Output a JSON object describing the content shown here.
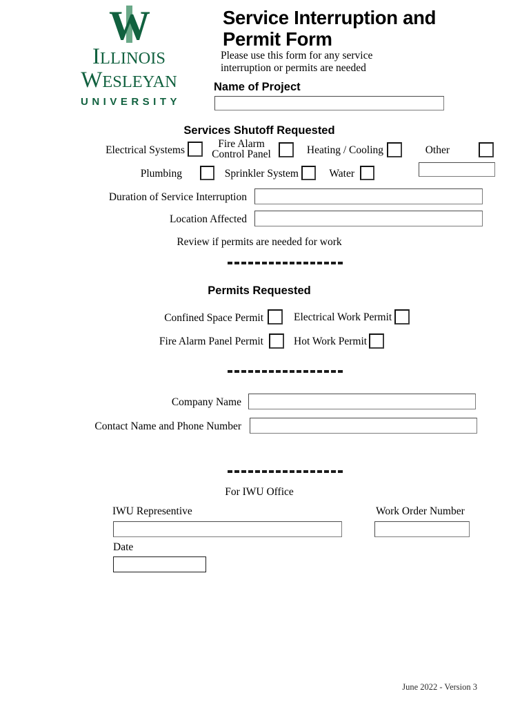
{
  "document": {
    "title_line1": "Service Interruption and",
    "title_line2": "Permit Form",
    "subtitle_line1": "Please use this form for any service",
    "subtitle_line2": "interruption or permits are needed",
    "footer": "June 2022 - Version 3"
  },
  "logo": {
    "mark_letter": "W",
    "word1": "Illinois",
    "word2": "Wesleyan",
    "word3": "UNIVERSITY",
    "color_dark_green": "#11613f",
    "color_light_green": "#6aa888"
  },
  "project": {
    "label": "Name of Project",
    "value": "",
    "placeholder": ""
  },
  "services": {
    "heading": "Services Shutoff Requested",
    "row1": [
      {
        "label": "Electrical Systems",
        "checked": false
      },
      {
        "label_line1": "Fire Alarm",
        "label_line2": "Control Panel",
        "checked": false
      },
      {
        "label": "Heating / Cooling",
        "checked": false
      },
      {
        "label": "Other",
        "checked": false
      }
    ],
    "row2": [
      {
        "label": "Plumbing",
        "checked": false
      },
      {
        "label": "Sprinkler System",
        "checked": false
      },
      {
        "label": "Water",
        "checked": false
      }
    ],
    "other_value": "",
    "duration_label": "Duration of Service Interruption",
    "duration_value": "",
    "location_label": "Location Affected",
    "location_value": "",
    "review_note": "Review if permits are needed for work"
  },
  "permits": {
    "heading": "Permits Requested",
    "items": [
      {
        "label": "Confined Space Permit",
        "checked": false
      },
      {
        "label": "Electrical Work Permit",
        "checked": false
      },
      {
        "label": "Fire Alarm Panel Permit",
        "checked": false
      },
      {
        "label": "Hot Work Permit",
        "checked": false
      }
    ]
  },
  "contact": {
    "company_label": "Company Name",
    "company_value": "",
    "contact_label": "Contact Name and Phone Number",
    "contact_value": ""
  },
  "office": {
    "heading": "For IWU Office",
    "rep_label": "IWU Representive",
    "rep_value": "",
    "work_order_label": "Work Order Number",
    "work_order_value": "",
    "date_label": "Date",
    "date_value": ""
  }
}
